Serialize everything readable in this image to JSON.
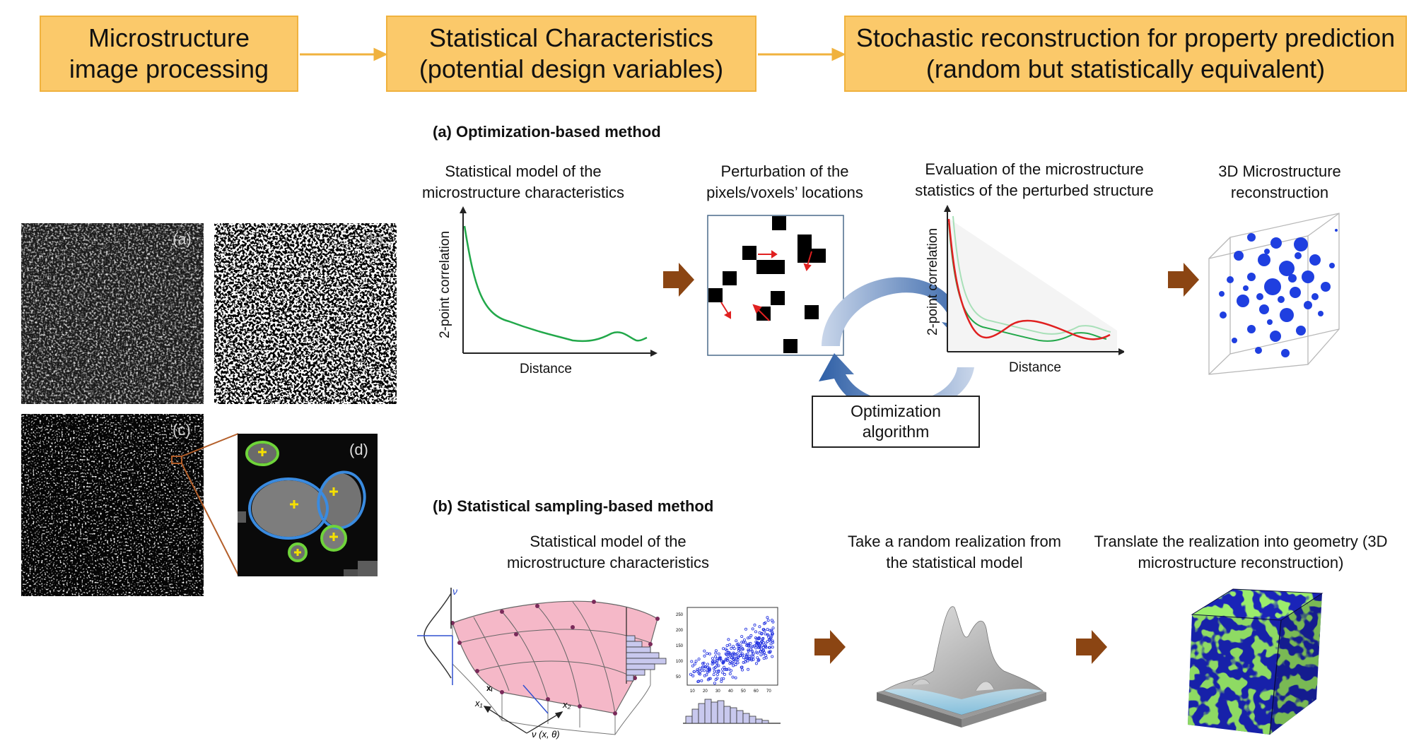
{
  "header": {
    "step1": "Microstructure image processing",
    "step2": "Statistical Characteristics (potential design variables)",
    "step3": "Stochastic reconstruction for property prediction (random but statistically equivalent)"
  },
  "images": {
    "label_a": "(a)",
    "label_b": "(b)",
    "label_c": "(c)",
    "label_d": "(d)"
  },
  "section_a": {
    "title": "(a) Optimization-based method",
    "step1_title": "Statistical model of the microstructure characteristics",
    "step2_title": "Perturbation of the pixels/voxels’ locations",
    "step3_title": "Evaluation of the microstructure statistics of the perturbed structure",
    "step4_title": "3D Microstructure reconstruction",
    "ylabel": "2-point correlation",
    "xlabel": "Distance",
    "optimizer": "Optimization algorithm"
  },
  "section_b": {
    "title": "(b) Statistical sampling-based method",
    "step1_title": "Statistical model of the microstructure characteristics",
    "step2_title": "Take a random realization from the statistical model",
    "step3_title": "Translate the realization into geometry (3D microstructure reconstruction)",
    "gp_labels": {
      "nu": "ν",
      "x1": "x₁",
      "x2": "x₂",
      "xi": "xᵢ",
      "nu_fn": "ν (x, θ)"
    },
    "scatter_xticks": [
      "10",
      "20",
      "30",
      "40",
      "50",
      "60",
      "70"
    ],
    "scatter_yticks": [
      "250",
      "200",
      "150",
      "100",
      "50"
    ]
  },
  "colors": {
    "header_fill": "#fbc96a",
    "arrow_brown": "#8b4513",
    "curve_green": "#22a84a",
    "curve_red": "#e02020",
    "cycle_blue": "#3b6fb0",
    "sphere_blue": "#1f3fe0",
    "ellipse_green": "#6fd43a",
    "ellipse_blue": "#3a8be0"
  }
}
